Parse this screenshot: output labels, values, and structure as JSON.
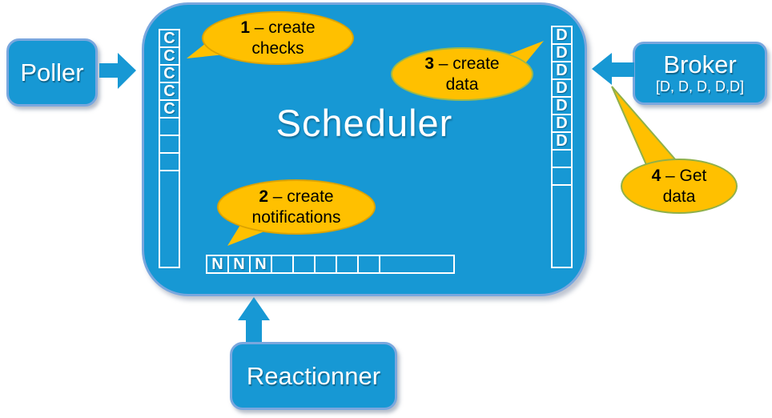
{
  "colors": {
    "node_blue": "#1798d4",
    "node_border_blue": "#7aa7de",
    "callout_yellow": "#ffc000",
    "callout_border_orange": "#dca300",
    "callout_border_green": "#8fb04a",
    "label_text": "#ffffff",
    "callout_text": "#000000"
  },
  "scheduler": {
    "title": "Scheduler"
  },
  "nodes": {
    "poller": {
      "label": "Poller"
    },
    "broker": {
      "label": "Broker",
      "sublabel": "[D, D, D, D,D]"
    },
    "reactionner": {
      "label": "Reactionner"
    }
  },
  "queues": {
    "checks": {
      "cells": [
        "C",
        "C",
        "C",
        "C",
        "C",
        "",
        "",
        ""
      ]
    },
    "data": {
      "cells": [
        "D",
        "D",
        "D",
        "D",
        "D",
        "D",
        "D",
        "",
        ""
      ]
    },
    "notifications": {
      "cells": [
        "N",
        "N",
        "N",
        "",
        "",
        "",
        "",
        ""
      ]
    }
  },
  "callouts": {
    "create_checks": {
      "number": "1",
      "text": "– create checks"
    },
    "create_notifications": {
      "number": "2",
      "text": "– create notifications"
    },
    "create_data": {
      "number": "3",
      "text": "– create data"
    },
    "get_data": {
      "number": "4",
      "text": "– Get data"
    }
  }
}
